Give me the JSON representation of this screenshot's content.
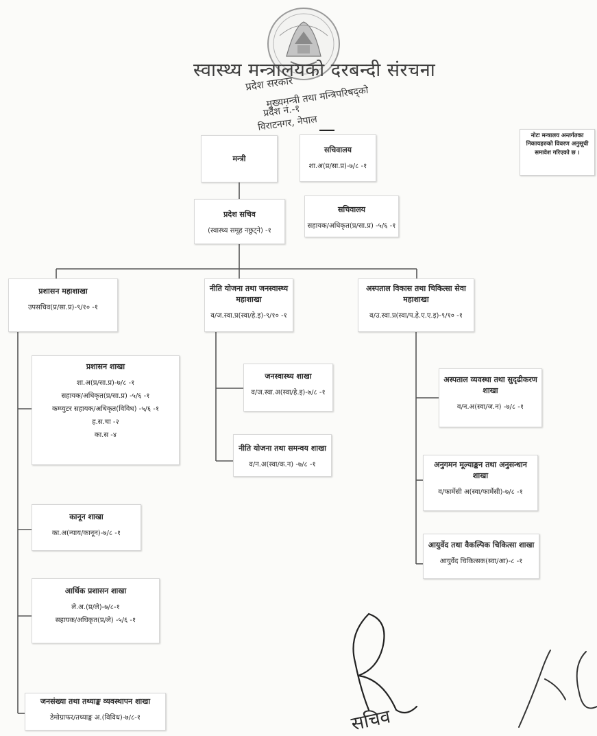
{
  "header": {
    "title": "स्वास्थ्य मन्त्रालयको दरबन्दी संरचना",
    "stamp_lines": [
      "प्रदेश सरकार",
      "मुख्यमन्त्री तथा मन्त्रिपरिषद्को",
      "प्रदेश नं.-१",
      "विराटनगर, नेपाल"
    ]
  },
  "note": "नोटः मन्त्रालय अन्तर्गतका निकायहरुको विवरण अनुसूची समावेश गरिएको छ ।",
  "top": {
    "minister": "मन्त्री",
    "minister_secretariat": {
      "title": "सचिवालय",
      "line": "शा.अ(प्र/सा.प्र)-७/८ -१"
    },
    "secretary": {
      "title": "प्रदेश सचिव",
      "line": "(स्वास्थ्य समूह नछुट्ने) -१"
    },
    "secretary_secretariat": {
      "title": "सचिवालय",
      "line": "सहायक/अधिकृत(प्र/सा.प्र) -५/६ -१"
    }
  },
  "divisions": [
    {
      "title": "प्रशासन महाशाखा",
      "line": "उपसचिव(प्र/सा.प्र)-९/१० -१"
    },
    {
      "title": "नीति योजना तथा जनस्वास्थ्य महाशाखा",
      "line": "व/ज.स्वा.प्र(स्वा/हे.इ)-९/१० -१"
    },
    {
      "title": "अस्पताल विकास तथा चिकित्सा सेवा महाशाखा",
      "line": "व/उ.स्वा.प्र(स्वा/प.हे.ए.ए.इ)-९/१० -१"
    }
  ],
  "sections": {
    "admin": {
      "title": "प्रशासन शाखा",
      "lines": [
        "शा.अ(प्र/सा.प्र)-७/८ -१",
        "सहायक/अधिकृत(प्र/सा.प्र) -५/६ -१",
        "कम्प्युटर सहायक/अधिकृत(विविध) -५/६ -१",
        "ह.स.चा -२",
        "का.स -४"
      ]
    },
    "legal": {
      "title": "कानून शाखा",
      "lines": [
        "का.अ(न्याय/कानून)-७/८ -१"
      ]
    },
    "finance": {
      "title": "आर्थिक प्रशासन शाखा",
      "lines": [
        "ले.अ.(प्र/ले)-७/८-१",
        "सहायक/अधिकृत(प्र/ले) -५/६ -१"
      ]
    },
    "population": {
      "title": "जनसंख्या तथा तथ्याङ्क व्यवस्थापन शाखा",
      "lines": [
        "डेमोग्राफर/तथ्याङ्क अ.(विविध)-७/८-१"
      ]
    },
    "public_health": {
      "title": "जनस्वास्थ्य शाखा",
      "lines": [
        "व/ज.स्वा.अ(स्वा/हे.इ)-७/८ -१"
      ]
    },
    "policy": {
      "title": "नीति योजना तथा समन्वय शाखा",
      "lines": [
        "व/न.अ(स्वा/क.न) -७/८ -१"
      ]
    },
    "hospital_mgmt": {
      "title": "अस्पताल व्यवस्था तथा सुदृढीकरण शाखा",
      "lines": [
        "व/न.अ(स्वा/ज.न) -७/८ -१"
      ]
    },
    "monitoring": {
      "title": "अनुगमन मूल्याङ्कन तथा अनुसन्धान शाखा",
      "lines": [
        "व/फार्मेसी अ(स्वा/फार्मेसी)-७/८ -१"
      ]
    },
    "ayurveda": {
      "title": "आयुर्वेद तथा वैकल्पिक चिकित्सा शाखा",
      "lines": [
        "आयुर्वेद चिकित्सक(स्वा/आ)-८ -१"
      ]
    }
  },
  "signature_caption": "सचिव"
}
